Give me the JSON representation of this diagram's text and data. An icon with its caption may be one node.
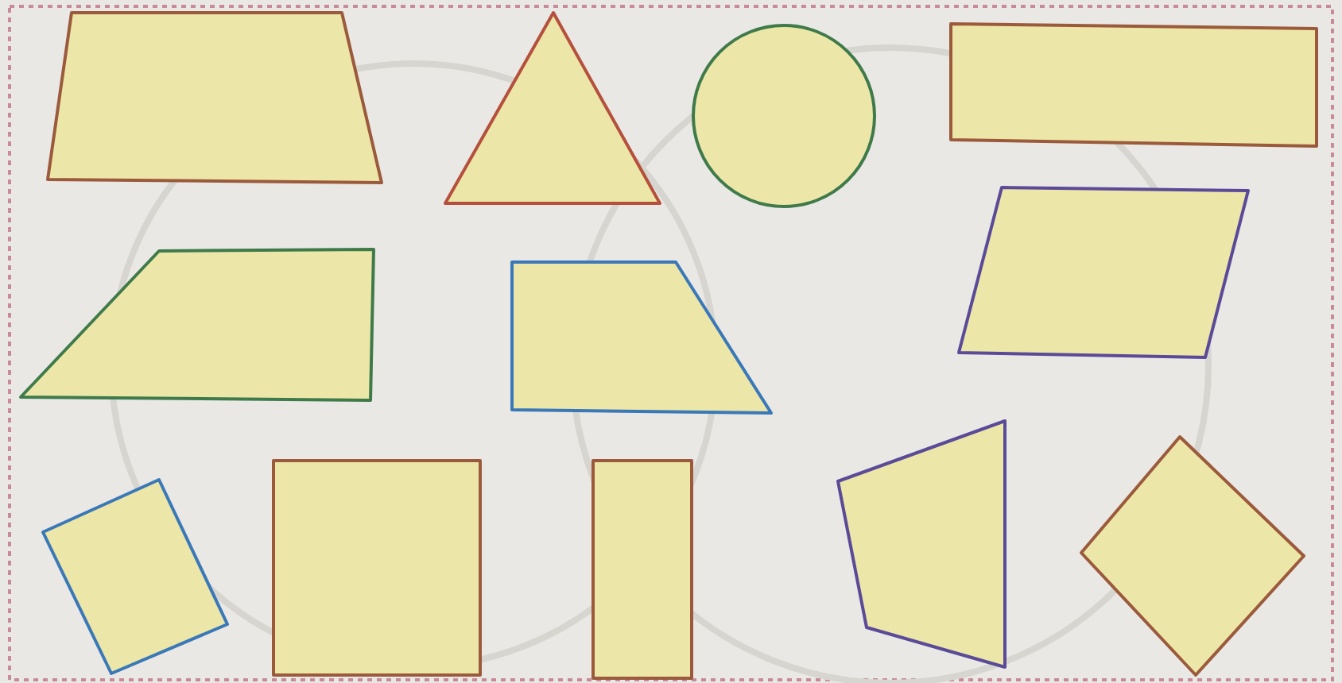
{
  "diagram": {
    "nodes": [
      {
        "text": [],
        "shape": "trapezoid"
      },
      {
        "text": [],
        "shape": "triangle"
      },
      {
        "text": [],
        "shape": "circle"
      },
      {
        "text": [],
        "shape": "rectangle"
      },
      {
        "text": [],
        "shape": "quadrilateral"
      },
      {
        "text": [],
        "shape": "trapezoid"
      },
      {
        "text": [],
        "shape": "parallelogram"
      },
      {
        "text": [],
        "shape": "square"
      },
      {
        "text": [],
        "shape": "square"
      },
      {
        "text": [],
        "shape": "rectangle"
      },
      {
        "text": [],
        "shape": "pentagon"
      },
      {
        "text": [],
        "shape": "diamond"
      }
    ]
  }
}
